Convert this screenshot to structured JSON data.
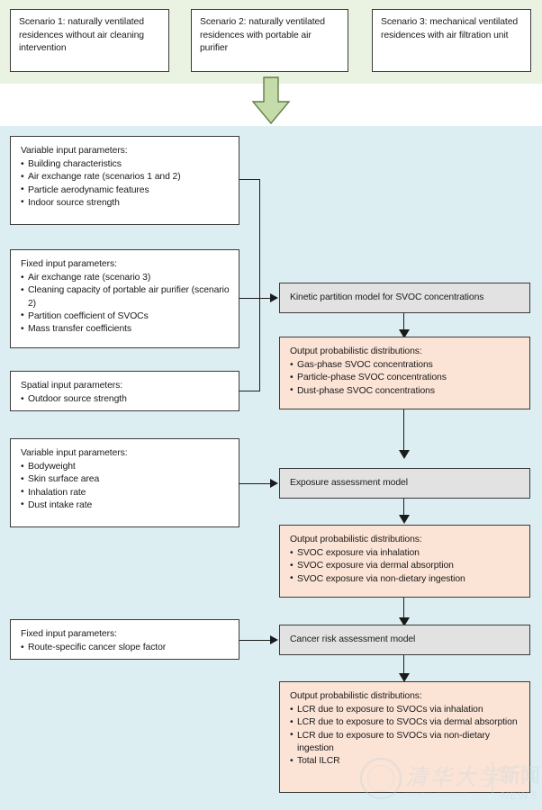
{
  "palette": {
    "panel_top_bg": "#eaf3e2",
    "panel_main_bg": "#ddeef3",
    "model_box_bg": "#e2e2e2",
    "output_box_bg": "#fbe3d6",
    "input_box_bg": "#ffffff",
    "arrow_green_fill": "#c5dcaa",
    "stroke": "#3a3a3a"
  },
  "scenarios": [
    {
      "label": "Scenario 1: naturally ventilated residences without air cleaning intervention"
    },
    {
      "label": "Scenario 2: naturally ventilated residences with portable air purifier"
    },
    {
      "label": "Scenario 3: mechanical ventilated residences with air filtration unit"
    }
  ],
  "flow_arrow": {
    "icon": "down-arrow-large"
  },
  "inputs": [
    {
      "header": "Variable input parameters:",
      "items": [
        "Building characteristics",
        "Air exchange rate (scenarios 1 and 2)",
        "Particle aerodynamic features",
        "Indoor source strength"
      ]
    },
    {
      "header": "Fixed input parameters:",
      "items": [
        "Air exchange rate (scenario 3)",
        "Cleaning capacity of portable air purifier (scenario 2)",
        "Partition coefficient of SVOCs",
        "Mass transfer coefficients"
      ]
    },
    {
      "header": "Spatial input parameters:",
      "items": [
        "Outdoor source strength"
      ]
    },
    {
      "header": "Variable input parameters:",
      "items": [
        "Bodyweight",
        "Skin surface area",
        "Inhalation rate",
        "Dust intake rate"
      ]
    },
    {
      "header": "Fixed input parameters:",
      "items": [
        "Route-specific cancer slope factor"
      ]
    }
  ],
  "models": [
    {
      "label": "Kinetic partition model for SVOC concentrations"
    },
    {
      "label": "Exposure assessment model"
    },
    {
      "label": "Cancer risk assessment model"
    }
  ],
  "outputs": [
    {
      "header": "Output probabilistic distributions:",
      "items": [
        "Gas-phase SVOC concentrations",
        "Particle-phase SVOC concentrations",
        "Dust-phase SVOC concentrations"
      ]
    },
    {
      "header": "Output probabilistic distributions:",
      "items": [
        "SVOC exposure via inhalation",
        "SVOC exposure via dermal absorption",
        "SVOC exposure via non-dietary ingestion"
      ]
    },
    {
      "header": "Output probabilistic distributions:",
      "items": [
        "LCR due to exposure to SVOCs via inhalation",
        "LCR due to exposure to SVOCs via dermal absorption",
        "LCR due to exposure to SVOCs via non-dietary ingestion",
        "Total ILCR"
      ]
    }
  ],
  "watermark": {
    "chinese": "清华大学",
    "subtitle": "Tsinghua University",
    "news_cn": "新闻",
    "news_en": "NEWS"
  }
}
